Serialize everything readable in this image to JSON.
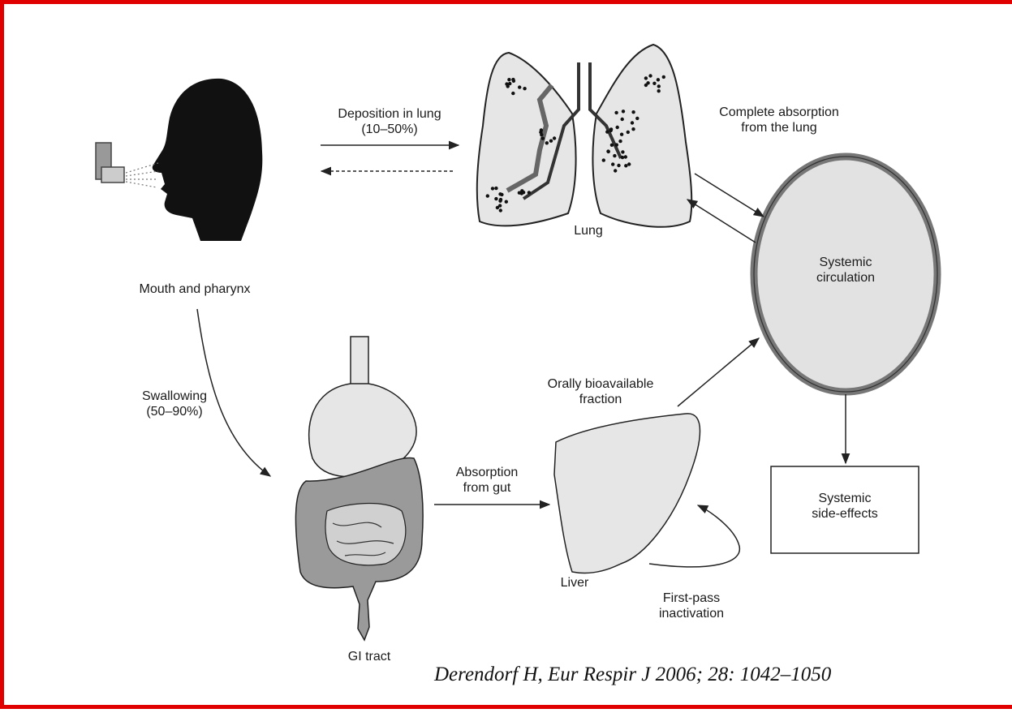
{
  "labels": {
    "deposition": [
      "Deposition in lung",
      "(10–50%)"
    ],
    "complete_absorption": [
      "Complete absorption",
      "from the lung"
    ],
    "lung": "Lung",
    "systemic_circulation": [
      "Systemic",
      "circulation"
    ],
    "mouth_pharynx": "Mouth and pharynx",
    "swallowing": [
      "Swallowing",
      "(50–90%)"
    ],
    "orally_bioavailable": [
      "Orally bioavailable",
      "fraction"
    ],
    "absorption_gut": [
      "Absorption",
      "from gut"
    ],
    "systemic_side_effects": [
      "Systemic",
      "side-effects"
    ],
    "liver": "Liver",
    "first_pass": [
      "First-pass",
      "inactivation"
    ],
    "gi_tract": "GI tract"
  },
  "citation": "Derendorf H, Eur Respir J 2006; 28: 1042–1050",
  "colors": {
    "border": "#e00000",
    "organ_fill": "#e6e6e6",
    "gut_fill": "#9a9a9a",
    "stroke": "#222222"
  }
}
